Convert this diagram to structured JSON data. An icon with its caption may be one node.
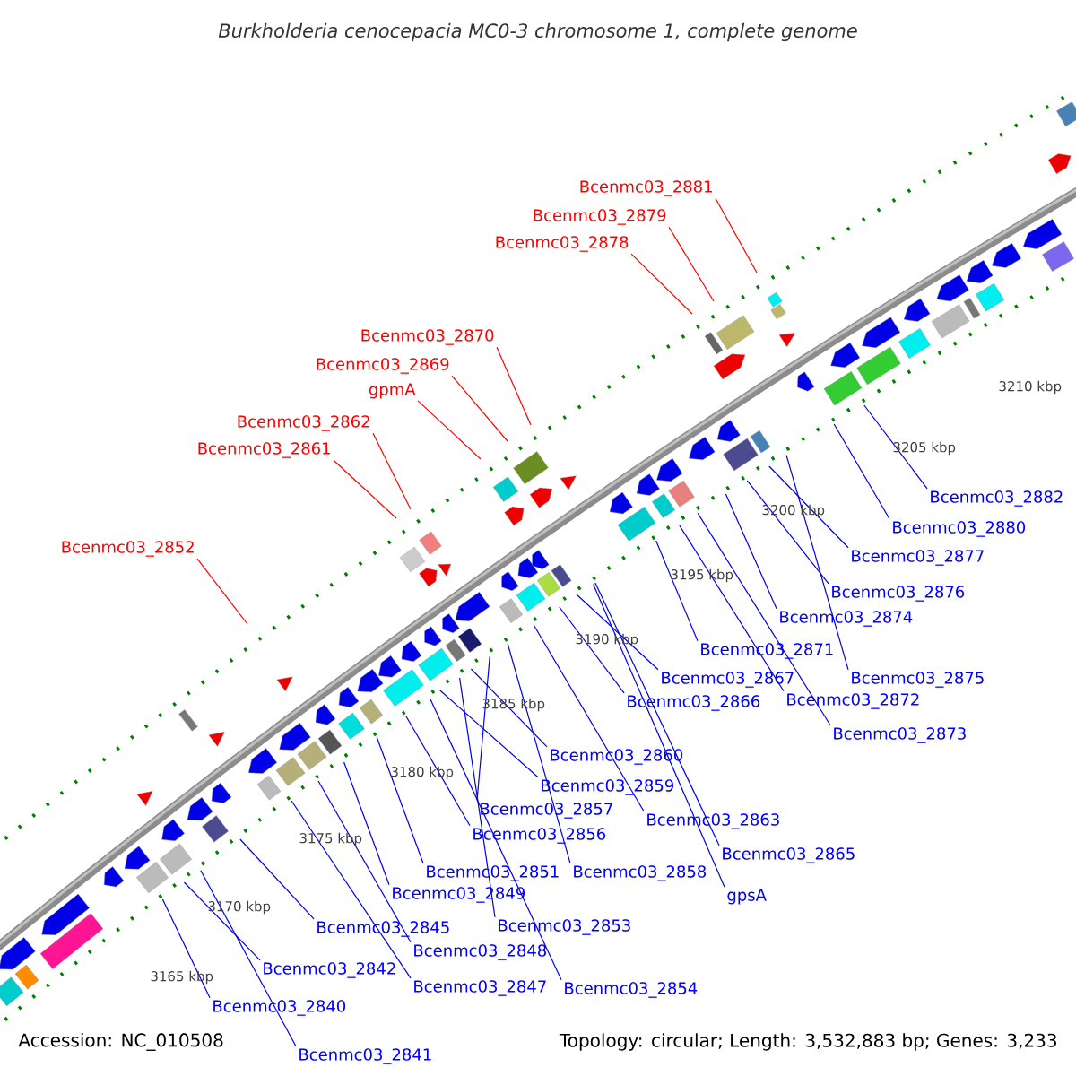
{
  "diagram": {
    "title": "Burkholderia cenocepacia MC0-3 chromosome 1, complete genome",
    "nodes": [
      {
        "text": [
          "Bcenmc03_2881"
        ]
      },
      {
        "text": [
          "Bcenmc03_2879"
        ]
      },
      {
        "text": [
          "Bcenmc03_2878"
        ]
      },
      {
        "text": [
          "Bcenmc03_2870"
        ]
      },
      {
        "text": [
          "Bcenmc03_2869"
        ]
      },
      {
        "text": [
          "gpmA"
        ]
      },
      {
        "text": [
          "Bcenmc03_2862"
        ]
      },
      {
        "text": [
          "Bcenmc03_2861"
        ]
      },
      {
        "text": [
          "Bcenmc03_2852"
        ]
      },
      {
        "text": [
          "Bcenmc03_2882"
        ]
      },
      {
        "text": [
          "Bcenmc03_2880"
        ]
      },
      {
        "text": [
          "Bcenmc03_2877"
        ]
      },
      {
        "text": [
          "Bcenmc03_2876"
        ]
      },
      {
        "text": [
          "Bcenmc03_2874"
        ]
      },
      {
        "text": [
          "Bcenmc03_2871"
        ]
      },
      {
        "text": [
          "Bcenmc03_2867"
        ]
      },
      {
        "text": [
          "Bcenmc03_2875"
        ]
      },
      {
        "text": [
          "Bcenmc03_2866"
        ]
      },
      {
        "text": [
          "Bcenmc03_2872"
        ]
      },
      {
        "text": [
          "Bcenmc03_2873"
        ]
      },
      {
        "text": [
          "Bcenmc03_2860"
        ]
      },
      {
        "text": [
          "Bcenmc03_2859"
        ]
      },
      {
        "text": [
          "Bcenmc03_2857"
        ]
      },
      {
        "text": [
          "Bcenmc03_2863"
        ]
      },
      {
        "text": [
          "Bcenmc03_2856"
        ]
      },
      {
        "text": [
          "Bcenmc03_2865"
        ]
      },
      {
        "text": [
          "Bcenmc03_2851"
        ]
      },
      {
        "text": [
          "Bcenmc03_2858"
        ]
      },
      {
        "text": [
          "Bcenmc03_2849"
        ]
      },
      {
        "text": [
          "gpsA"
        ]
      },
      {
        "text": [
          "Bcenmc03_2853"
        ]
      },
      {
        "text": [
          "Bcenmc03_2845"
        ]
      },
      {
        "text": [
          "Bcenmc03_2848"
        ]
      },
      {
        "text": [
          "Bcenmc03_2842"
        ]
      },
      {
        "text": [
          "Bcenmc03_2847"
        ]
      },
      {
        "text": [
          "Bcenmc03_2854"
        ]
      },
      {
        "text": [
          "Bcenmc03_2840"
        ]
      },
      {
        "text": [
          "Bcenmc03_2841"
        ]
      }
    ],
    "edges": [
      {
        "from": 0,
        "to": null,
        "arrow": "none",
        "color": "#ff0000"
      },
      {
        "from": 1,
        "to": null,
        "arrow": "none",
        "color": "#ff0000"
      },
      {
        "from": 2,
        "to": null,
        "arrow": "none",
        "color": "#ff0000"
      },
      {
        "from": 3,
        "to": null,
        "arrow": "none",
        "color": "#ff0000"
      },
      {
        "from": 4,
        "to": null,
        "arrow": "none",
        "color": "#ff0000"
      },
      {
        "from": 5,
        "to": null,
        "arrow": "none",
        "color": "#ff0000"
      },
      {
        "from": 6,
        "to": null,
        "arrow": "none",
        "color": "#ff0000"
      },
      {
        "from": 7,
        "to": null,
        "arrow": "none",
        "color": "#ff0000"
      },
      {
        "from": 8,
        "to": null,
        "arrow": "none",
        "color": "#ff0000"
      },
      {
        "from": 9,
        "to": null,
        "arrow": "none"
      },
      {
        "from": 10,
        "to": null,
        "arrow": "none"
      },
      {
        "from": 11,
        "to": null,
        "arrow": "none"
      },
      {
        "from": 12,
        "to": null,
        "arrow": "none"
      },
      {
        "from": 13,
        "to": null,
        "arrow": "none"
      },
      {
        "from": 14,
        "to": null,
        "arrow": "none"
      },
      {
        "from": 15,
        "to": null,
        "arrow": "none"
      },
      {
        "from": 16,
        "to": null,
        "arrow": "none"
      },
      {
        "from": 17,
        "to": null,
        "arrow": "none"
      },
      {
        "from": 18,
        "to": null,
        "arrow": "none"
      },
      {
        "from": 19,
        "to": null,
        "arrow": "none"
      },
      {
        "from": 20,
        "to": null,
        "arrow": "none"
      },
      {
        "from": 21,
        "to": null,
        "arrow": "none"
      },
      {
        "from": 22,
        "to": null,
        "arrow": "none"
      },
      {
        "from": 23,
        "to": null,
        "arrow": "none"
      },
      {
        "from": 24,
        "to": null,
        "arrow": "none"
      },
      {
        "from": 25,
        "to": null,
        "arrow": "none"
      },
      {
        "from": 26,
        "to": null,
        "arrow": "none"
      },
      {
        "from": 27,
        "to": null,
        "arrow": "none"
      },
      {
        "from": 28,
        "to": null,
        "arrow": "none"
      },
      {
        "from": 29,
        "to": null,
        "arrow": "none"
      },
      {
        "from": 30,
        "to": null,
        "arrow": "none"
      },
      {
        "from": 31,
        "to": null,
        "arrow": "none"
      },
      {
        "from": 32,
        "to": null,
        "arrow": "none"
      },
      {
        "from": 33,
        "to": null,
        "arrow": "none"
      },
      {
        "from": 34,
        "to": null,
        "arrow": "none"
      },
      {
        "from": 35,
        "to": null,
        "arrow": "none"
      },
      {
        "from": 36,
        "to": null,
        "arrow": "none"
      },
      {
        "from": 37,
        "to": null,
        "arrow": "none"
      }
    ],
    "labels": [
      "3210 kbp",
      "3205 kbp",
      "3200 kbp",
      "3195 kbp",
      "3190 kbp",
      "3185 kbp",
      "3180 kbp",
      "3175 kbp",
      "3170 kbp",
      "3165 kbp",
      "Accession: NC_010508",
      "Topology: circular; Length: 3,532,883 bp; Genes: 3,233"
    ]
  }
}
